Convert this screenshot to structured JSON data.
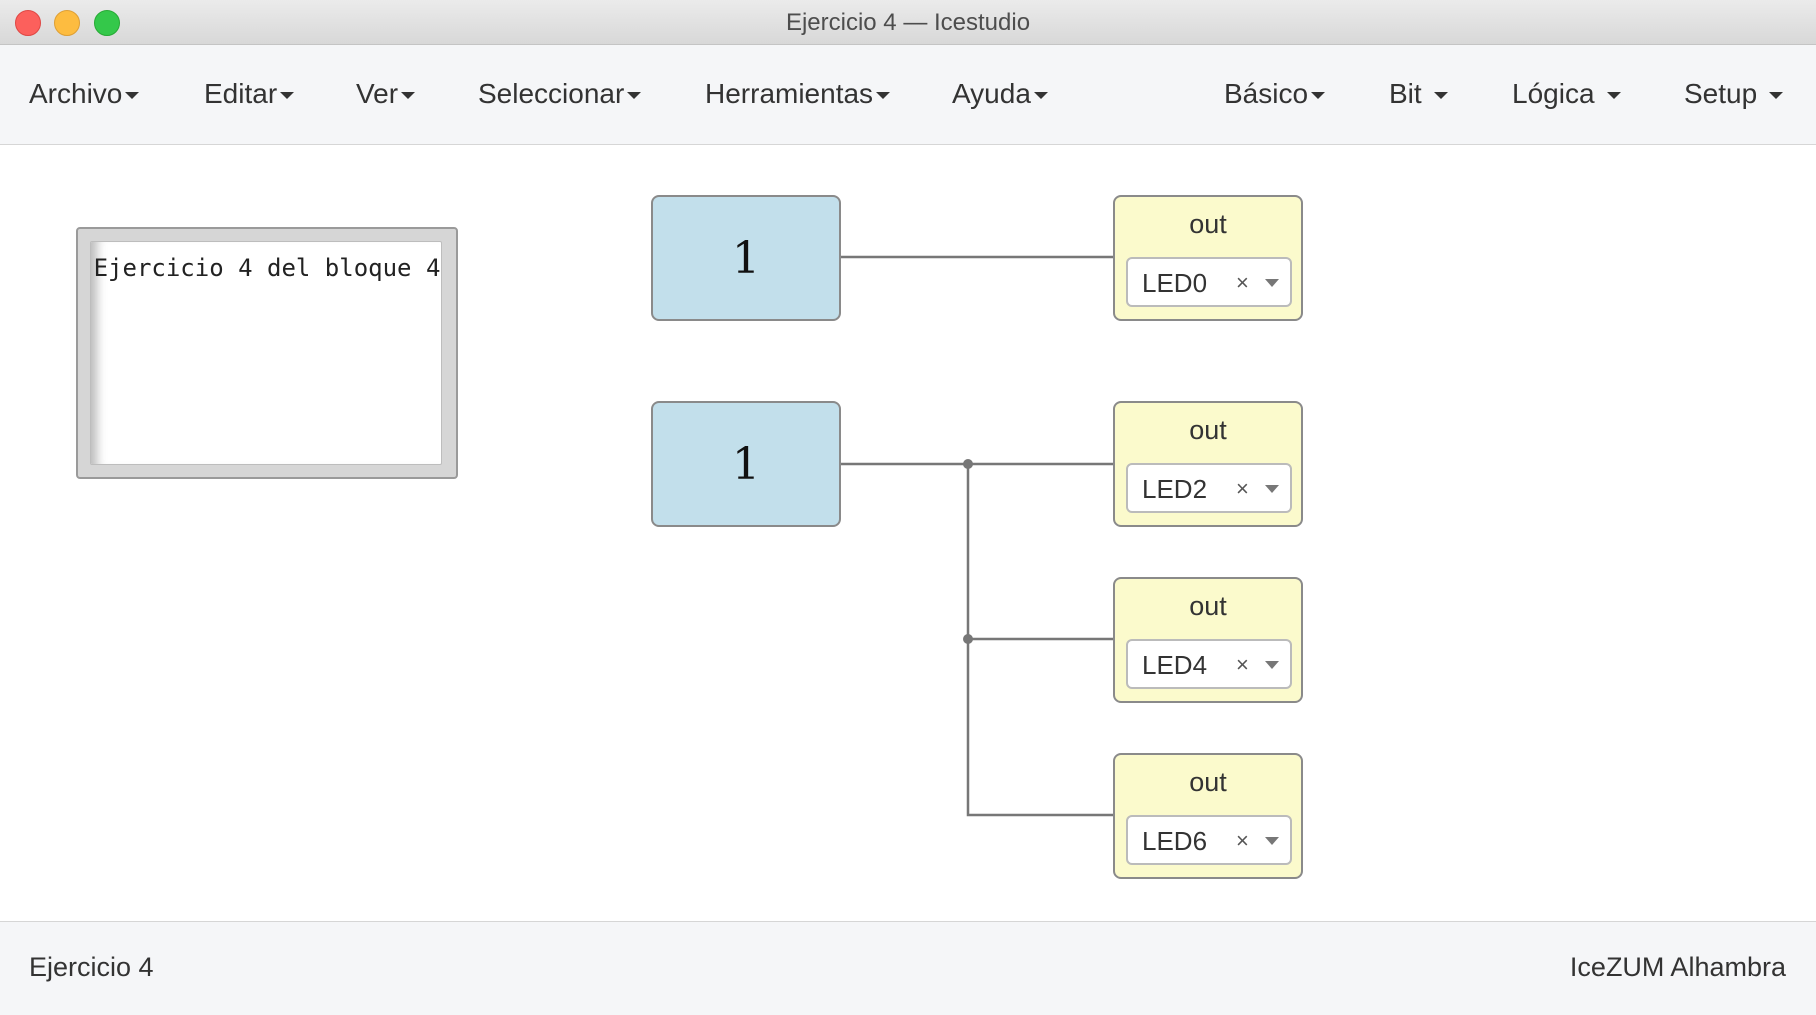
{
  "window": {
    "title": "Ejercicio 4 — Icestudio"
  },
  "menu": {
    "left": [
      "Archivo",
      "Editar",
      "Ver",
      "Seleccionar",
      "Herramientas",
      "Ayuda"
    ],
    "right": [
      "Básico",
      "Bit",
      "Lógica",
      "Setup"
    ]
  },
  "canvas": {
    "comment": "Ejercicio 4 del bloque 4",
    "constants": [
      {
        "value": "1"
      },
      {
        "value": "1"
      }
    ],
    "outputs": [
      {
        "label": "out",
        "pin": "LED0"
      },
      {
        "label": "out",
        "pin": "LED2"
      },
      {
        "label": "out",
        "pin": "LED4"
      },
      {
        "label": "out",
        "pin": "LED6"
      }
    ],
    "clear_glyph": "×"
  },
  "footer": {
    "project_name": "Ejercicio 4",
    "board": "IceZUM Alhambra"
  },
  "colors": {
    "constant_block": "#c2dfeb",
    "output_block": "#fbfacc",
    "wire": "#777777"
  }
}
